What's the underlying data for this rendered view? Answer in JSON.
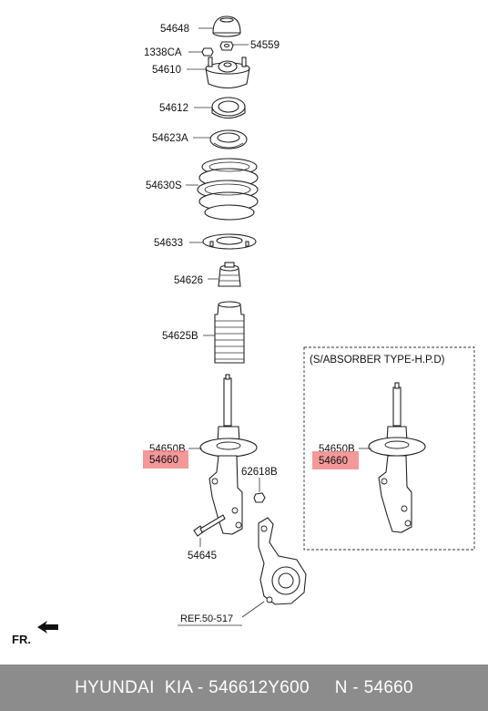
{
  "labels": {
    "l54648": "54648",
    "l1338ca": "1338CA",
    "l54559": "54559",
    "l54610": "54610",
    "l54612": "54612",
    "l54623a": "54623A",
    "l54630s": "54630S",
    "l54633": "54633",
    "l54626": "54626",
    "l54625b": "54625B",
    "l54650b_left": "54650B",
    "l54660_left": "54660",
    "l62618b": "62618B",
    "l54645": "54645",
    "ref": "REF.50-517",
    "fr": "FR.",
    "inset_title": "(S/ABSORBER TYPE-H.P.D)",
    "l54650b_right": "54650B",
    "l54660_right": "54660"
  },
  "colors": {
    "highlight": "#f08080",
    "footer_bg": "#8c8c8c"
  },
  "footer": {
    "text": "HYUNDAI  KIA - 546612Y600     N - 54660"
  }
}
